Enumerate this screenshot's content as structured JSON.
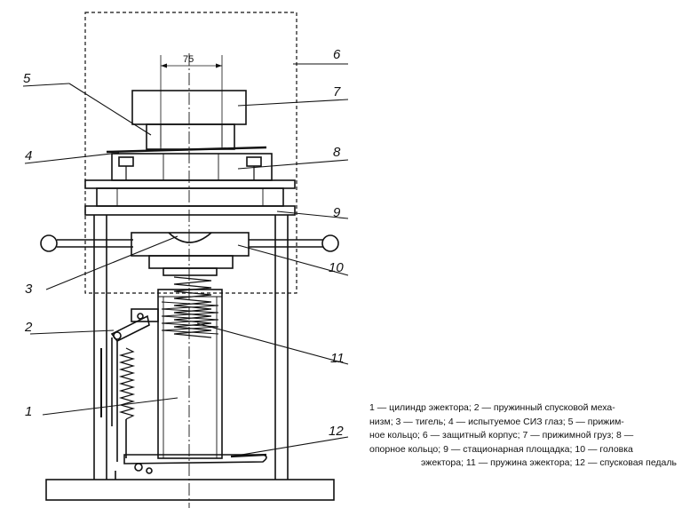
{
  "dimension": "75",
  "labels": [
    "1",
    "2",
    "3",
    "4",
    "5",
    "6",
    "7",
    "8",
    "9",
    "10",
    "11",
    "12"
  ],
  "caption": [
    "1 — цилиндр эжектора; 2 — пружинный спусковой меха-",
    "низм; 3 — тигель; 4 — испытуемое СИЗ глаз; 5 — прижим-",
    "ное кольцо; 6 — защитный корпус; 7 — прижимной груз; 8 —",
    "опорное кольцо; 9 — стационарная площадка; 10 — головка",
    "эжектора; 11 — пружина эжектора; 12 — спусковая педаль"
  ]
}
